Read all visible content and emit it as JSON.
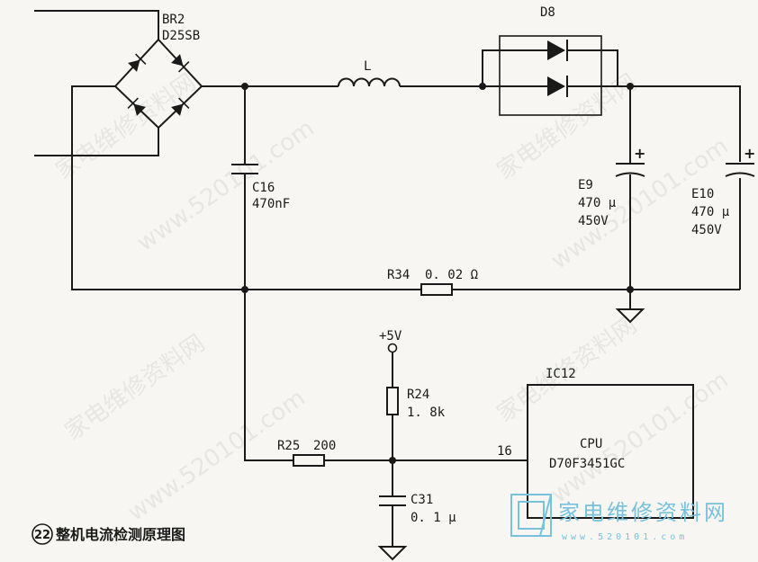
{
  "watermark": {
    "text": "家电维修资料网",
    "url": "www.520101.com"
  },
  "components": {
    "br2": {
      "ref": "BR2",
      "part": "D25SB"
    },
    "inductor": {
      "ref": "L"
    },
    "d8": {
      "ref": "D8"
    },
    "c16": {
      "ref": "C16",
      "value": "470nF"
    },
    "e9": {
      "ref": "E9",
      "value": "470 µ",
      "voltage": "450V"
    },
    "e10": {
      "ref": "E10",
      "value": "470 µ",
      "voltage": "450V"
    },
    "r34": {
      "ref": "R34",
      "value": "0. 02 Ω"
    },
    "supply": {
      "label": "+5V"
    },
    "r24": {
      "ref": "R24",
      "value": "1. 8k"
    },
    "r25": {
      "ref": "R25",
      "value": "200"
    },
    "c31": {
      "ref": "C31",
      "value": "0. 1 µ"
    },
    "ic12": {
      "ref": "IC12",
      "name": "CPU",
      "part": "D70F3451GC",
      "pin": "16"
    }
  },
  "caption": {
    "number": "22",
    "text": "整机电流检测原理图"
  },
  "logo": {
    "cn": "家电维修资料网",
    "url": "www.520101.com"
  }
}
